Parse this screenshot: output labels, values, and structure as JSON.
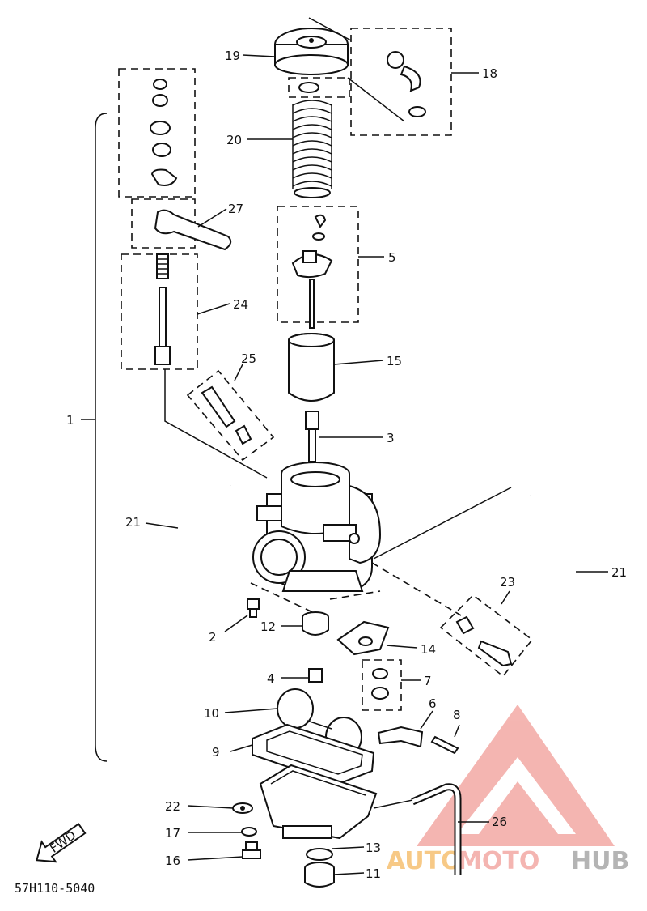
{
  "diagram_code": "57H110-5040",
  "fwd_label": "FWD",
  "watermark": {
    "word_auto": "AUTO",
    "word_moto": "MOTO",
    "word_hub": "HUB",
    "accent_color": "#f3a9a4",
    "orange_color": "#f6c071",
    "gray_color": "#a8a8a8"
  },
  "callouts": {
    "c1": "1",
    "c2": "2",
    "c3": "3",
    "c4": "4",
    "c5": "5",
    "c6": "6",
    "c7": "7",
    "c8": "8",
    "c9": "9",
    "c10": "10",
    "c11": "11",
    "c12": "12",
    "c13": "13",
    "c14": "14",
    "c15": "15",
    "c16": "16",
    "c17": "17",
    "c18": "18",
    "c19": "19",
    "c20": "20",
    "c21a": "21",
    "c21b": "21",
    "c22": "22",
    "c23": "23",
    "c24": "24",
    "c25": "25",
    "c26": "26",
    "c27": "27"
  }
}
